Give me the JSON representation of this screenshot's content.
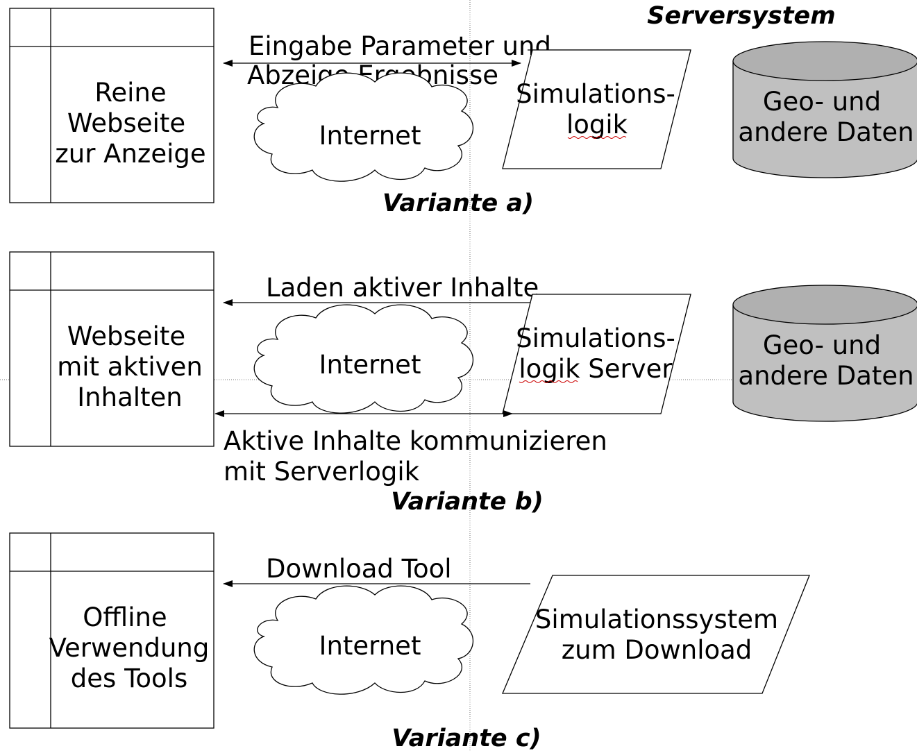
{
  "header": {
    "server_title": "Serversystem"
  },
  "variants": [
    {
      "title": "Variante a)",
      "client": {
        "lines": [
          "Reine",
          "Webseite",
          "zur Anzeige"
        ]
      },
      "network": "Internet",
      "arrows": [
        {
          "lines": [
            "Eingabe Parameter und",
            "Abzeige Ergebnisse"
          ]
        }
      ],
      "logic": {
        "lines": [
          "Simulations-",
          "logik"
        ]
      },
      "database": {
        "lines": [
          "Geo- und",
          "andere Daten"
        ]
      }
    },
    {
      "title": "Variante b)",
      "client": {
        "lines": [
          "Webseite",
          "mit aktiven",
          "Inhalten"
        ]
      },
      "network": "Internet",
      "arrows": [
        {
          "lines": [
            "Laden aktiver Inhalte"
          ]
        },
        {
          "lines": [
            "Aktive Inhalte kommunizieren",
            "mit Serverlogik"
          ]
        }
      ],
      "logic": {
        "lines": [
          "Simulations-",
          "logik Server"
        ]
      },
      "database": {
        "lines": [
          "Geo- und",
          "andere Daten"
        ]
      }
    },
    {
      "title": "Variante c)",
      "client": {
        "lines": [
          "Offline",
          "Verwendung",
          "des Tools"
        ]
      },
      "network": "Internet",
      "arrows": [
        {
          "lines": [
            "Download Tool"
          ]
        }
      ],
      "logic": {
        "lines": [
          "Simulationssystem",
          "zum Download"
        ]
      }
    }
  ],
  "colors": {
    "database_fill": "#c0c0c0",
    "database_top": "#b0b0b0",
    "spellcheck": "#cc0000"
  }
}
